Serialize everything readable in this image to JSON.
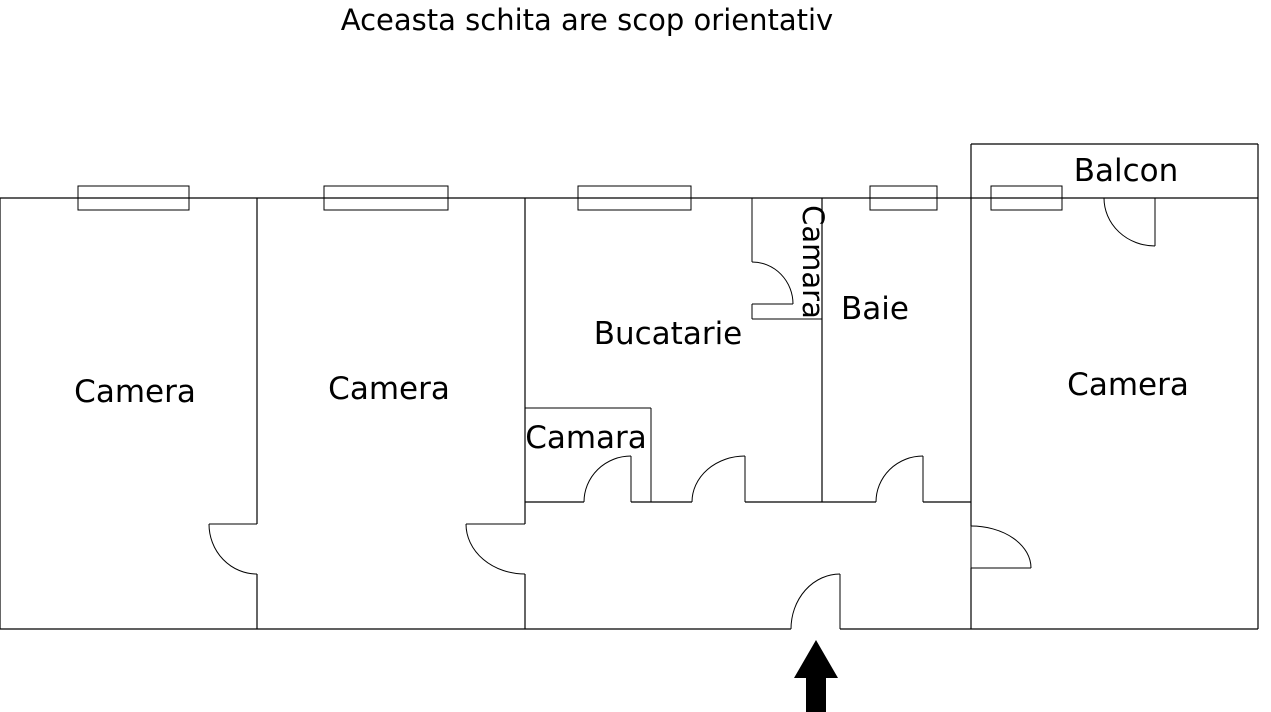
{
  "title": "Aceasta schita are scop orientativ",
  "rooms": {
    "room1": "Camera",
    "room2": "Camera",
    "kitchen": "Bucatarie",
    "pantry1": "Camara",
    "pantry2": "Camara",
    "bath": "Baie",
    "room3": "Camera",
    "balcony": "Balcon"
  },
  "colors": {
    "line": "#000000",
    "background": "#ffffff"
  },
  "icons": {
    "entrance": "entrance-arrow-icon"
  }
}
